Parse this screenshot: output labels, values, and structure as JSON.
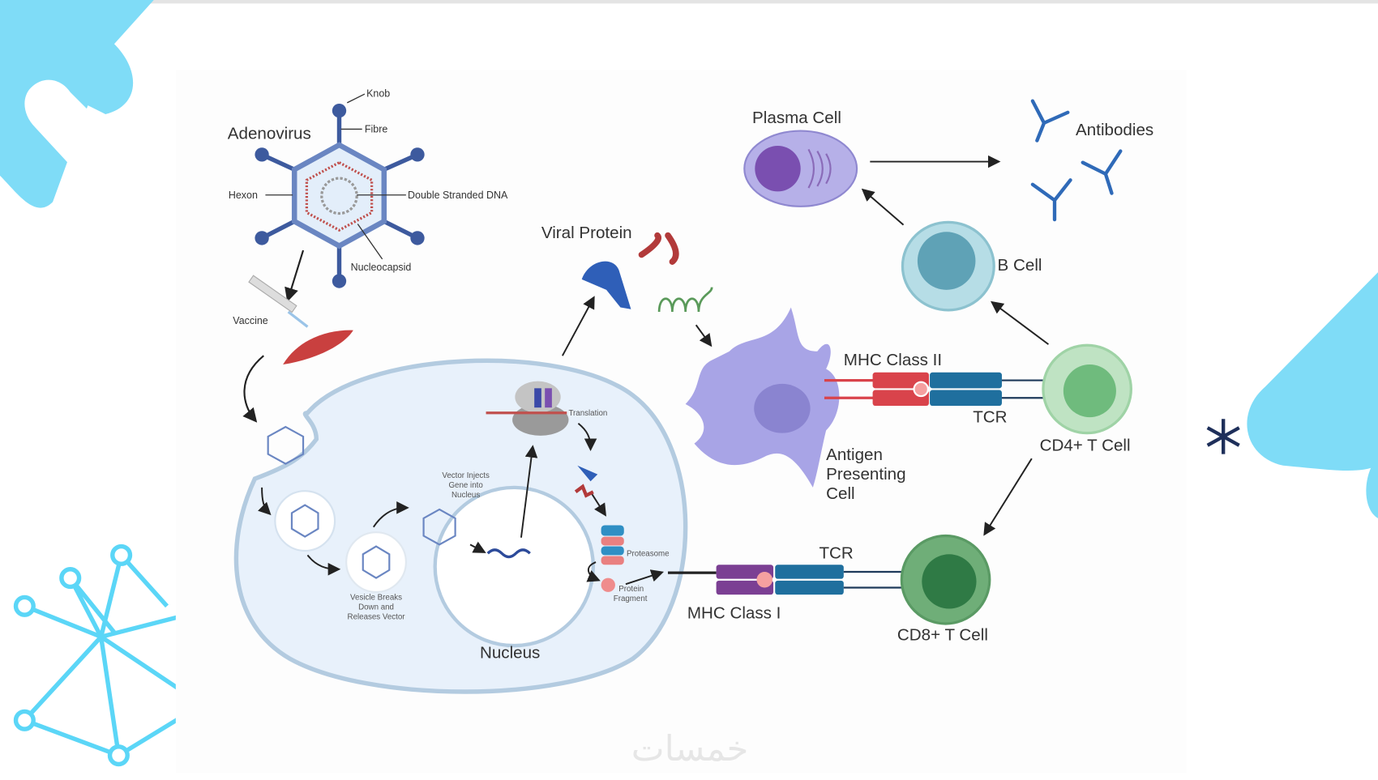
{
  "diagram": {
    "virus": {
      "title": "Adenovirus",
      "knob": "Knob",
      "fibre": "Fibre",
      "hexon": "Hexon",
      "dna": "Double Stranded DNA",
      "nucleocapsid": "Nucleocapsid"
    },
    "vaccine": "Vaccine",
    "cell": {
      "vesicle": "Vesicle Breaks Down and Releases Vector",
      "vesicle_lines": [
        "Vesicle Breaks",
        "Down and",
        "Releases Vector"
      ],
      "inject_lines": [
        "Vector Injects",
        "Gene into",
        "Nucleus"
      ],
      "translation": "Translation",
      "proteasome": "Proteasome",
      "fragment_lines": [
        "Protein",
        "Fragment"
      ],
      "nucleus": "Nucleus"
    },
    "viral_protein": "Viral Protein",
    "apc_lines": [
      "Antigen",
      "Presenting",
      "Cell"
    ],
    "mhc2": "MHC Class II",
    "mhc1": "MHC Class I",
    "tcr_upper": "TCR",
    "tcr_lower": "TCR",
    "cd4": "CD4+ T Cell",
    "cd8": "CD8+ T Cell",
    "b_cell": "B Cell",
    "plasma_cell": "Plasma Cell",
    "antibodies": "Antibodies"
  },
  "watermark": "خمسات",
  "colors": {
    "decor_cyan": "#7fdcf7",
    "virus_blue": "#3d5a9e",
    "cell_fill": "#e8f1fb",
    "apc_purple": "#a8a4e6",
    "b_cell": "#9fd0dc",
    "t_cell": "#9fd3a6",
    "mhc_red": "#d9434b",
    "tcr_blue": "#1f6f9e",
    "asterisk": "#1e2f5a"
  }
}
